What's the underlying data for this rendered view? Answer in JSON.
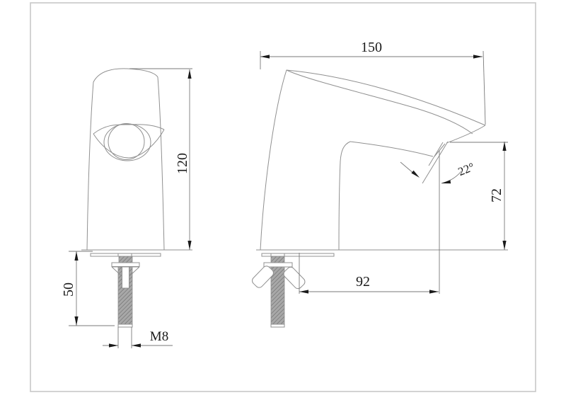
{
  "drawing": {
    "type": "technical-dimension-drawing",
    "subject": "basin faucet two-view installation drawing",
    "views": {
      "front_view": "faucet front elevation with mounting stud",
      "side_view": "faucet side elevation with wing nut and mounting stud"
    }
  },
  "dimensions": {
    "spout_reach": "150",
    "overall_height": "120",
    "thread_length": "50",
    "thread_size": "M8",
    "outlet_horizontal": "92",
    "outlet_height": "72",
    "outlet_angle": "22°"
  },
  "colors": {
    "drawing_line": "#909090",
    "dimension_line": "#7a7a7a",
    "annotation_text": "#1a1a1a",
    "frame_border": "#c8c8c8",
    "thread_fill": "#a8a8a8",
    "thread_hatch": "#6f6f6f"
  }
}
